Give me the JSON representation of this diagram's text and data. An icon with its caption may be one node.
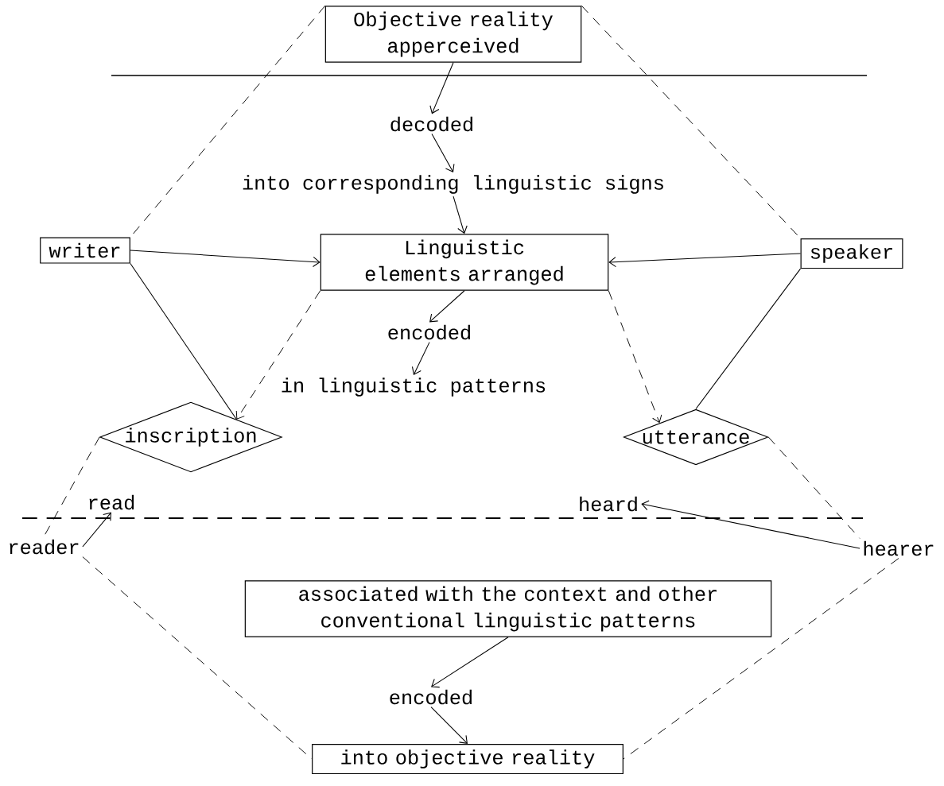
{
  "diagram": {
    "nodes": [
      {
        "text": [
          "Objective reality apperceived"
        ]
      },
      {
        "text": [
          "decoded"
        ]
      },
      {
        "text": [
          "into corresponding linguistic signs"
        ]
      },
      {
        "text": [
          "writer"
        ]
      },
      {
        "text": [
          "Linguistic elements arranged"
        ]
      },
      {
        "text": [
          "speaker"
        ]
      },
      {
        "text": [
          "encoded"
        ]
      },
      {
        "text": [
          "in linguistic patterns"
        ]
      },
      {
        "text": [
          "inscription"
        ]
      },
      {
        "text": [
          "utterance"
        ]
      },
      {
        "text": [
          "read"
        ]
      },
      {
        "text": [
          "heard"
        ]
      },
      {
        "text": [
          "reader"
        ]
      },
      {
        "text": [
          "hearer"
        ]
      },
      {
        "text": [
          "associated with the context and other conventional linguistic patterns"
        ]
      },
      {
        "text": [
          "encoded"
        ]
      },
      {
        "text": [
          "into objective reality"
        ]
      }
    ],
    "edges": [
      {
        "from": 0,
        "to": 1,
        "arrow": "to"
      },
      {
        "from": 1,
        "to": 2,
        "arrow": "to"
      },
      {
        "from": 2,
        "to": 4,
        "arrow": "to"
      },
      {
        "from": 3,
        "to": 4,
        "arrow": "to"
      },
      {
        "from": 5,
        "to": 4,
        "arrow": "to"
      },
      {
        "from": 4,
        "to": 6,
        "arrow": "to"
      },
      {
        "from": 6,
        "to": 7,
        "arrow": "to"
      },
      {
        "from": 3,
        "to": 8,
        "arrow": "none"
      },
      {
        "from": 4,
        "to": 8,
        "arrow": "to",
        "style": "dashed"
      },
      {
        "from": 5,
        "to": 9,
        "arrow": "none"
      },
      {
        "from": 4,
        "to": 9,
        "arrow": "to",
        "style": "dashed"
      },
      {
        "from": 0,
        "to": 3,
        "arrow": "none",
        "style": "dashed"
      },
      {
        "from": 0,
        "to": 5,
        "arrow": "none",
        "style": "dashed"
      },
      {
        "from": 8,
        "to": 12,
        "arrow": "none",
        "style": "dashed"
      },
      {
        "from": 9,
        "to": 13,
        "arrow": "none",
        "style": "dashed"
      },
      {
        "from": 12,
        "to": 10,
        "arrow": "to"
      },
      {
        "from": 13,
        "to": 11,
        "arrow": "to"
      },
      {
        "from": 12,
        "to": 16,
        "arrow": "none",
        "style": "dashed"
      },
      {
        "from": 13,
        "to": 16,
        "arrow": "none",
        "style": "dashed"
      },
      {
        "from": 14,
        "to": 15,
        "arrow": "to"
      },
      {
        "from": 15,
        "to": 16,
        "arrow": "to"
      }
    ]
  }
}
